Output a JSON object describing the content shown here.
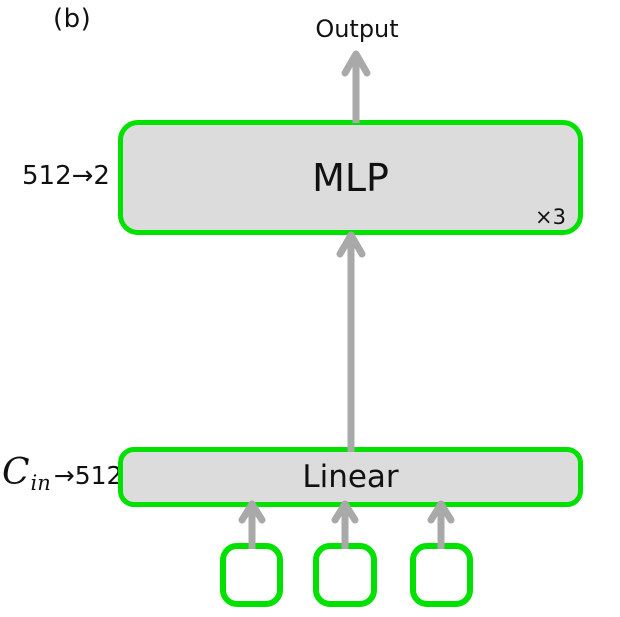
{
  "figure": {
    "panel_label": "(b)",
    "output_label": "Output",
    "mlp_block": {
      "label": "MLP",
      "repeat_badge": "×3",
      "dims_label": "512→2"
    },
    "linear_block": {
      "label": "Linear",
      "dims_var": "C",
      "dims_subscript": "in",
      "dims_rest": "→512"
    },
    "input_nodes_count": 3,
    "connectors": {
      "output_arrow": "up",
      "linear_to_mlp_arrow": "up",
      "input_arrows": [
        "up",
        "up",
        "up"
      ]
    }
  },
  "colors": {
    "green": "#00e100",
    "fill": "#dcdcdc",
    "arrow": "#a9a9a9",
    "input_fill": "#ffffff",
    "ink": "#111111"
  }
}
